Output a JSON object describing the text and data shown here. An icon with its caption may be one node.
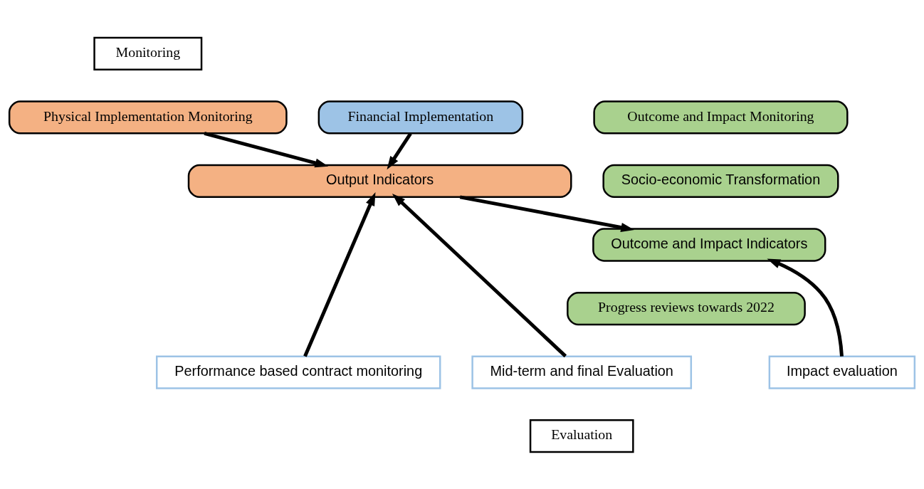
{
  "diagram": {
    "nodes": [
      {
        "text": [
          "Monitoring"
        ]
      },
      {
        "text": [
          "Financial Implementation"
        ]
      },
      {
        "text": [
          "Physical Implementation Monitoring"
        ]
      },
      {
        "text": [
          "Outcome and Impact Monitoring"
        ]
      },
      {
        "text": [
          "Socio-economic Transformation"
        ]
      },
      {
        "text": [
          "Output Indicators"
        ]
      },
      {
        "text": [
          "Outcome and Impact Indicators"
        ]
      },
      {
        "text": [
          "Progress reviews towards 2022"
        ]
      },
      {
        "text": [
          "Performance based contract monitoring"
        ]
      },
      {
        "text": [
          "Mid-term and final Evaluation"
        ]
      },
      {
        "text": [
          "Impact evaluation"
        ]
      },
      {
        "text": [
          "Evaluation"
        ]
      }
    ],
    "edges": [
      {
        "from": 1,
        "to": 5,
        "arrow": "to"
      },
      {
        "from": 2,
        "to": 5,
        "arrow": "to"
      },
      {
        "from": 8,
        "to": 5,
        "arrow": "to"
      },
      {
        "from": 9,
        "to": 5,
        "arrow": "to"
      },
      {
        "from": 5,
        "to": 6,
        "arrow": "to"
      },
      {
        "from": 10,
        "to": 6,
        "arrow": "to"
      }
    ]
  }
}
